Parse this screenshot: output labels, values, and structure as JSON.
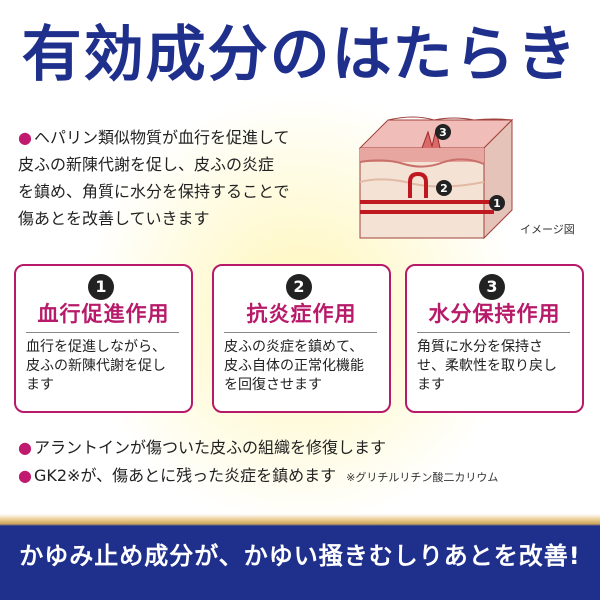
{
  "title": "有効成分のはたらき",
  "intro": {
    "lines": [
      "ヘパリン類似物質が血行を促進して",
      "皮ふの新陳代謝を促し、皮ふの炎症",
      "を鎮め、角質に水分を保持することで",
      "傷あとを改善していきます"
    ]
  },
  "diagram": {
    "caption": "イメージ図",
    "markers": [
      "3",
      "2",
      "1"
    ]
  },
  "cards": [
    {
      "num": "1",
      "heading": "血行促進作用",
      "body": [
        "血行を促進しながら、",
        "皮ふの新陳代謝を促し",
        "ます"
      ]
    },
    {
      "num": "2",
      "heading": "抗炎症作用",
      "body": [
        "皮ふの炎症を鎮めて、",
        "皮ふ自体の正常化機能",
        "を回復させます"
      ]
    },
    {
      "num": "3",
      "heading": "水分保持作用",
      "body": [
        "角質に水分を保持さ",
        "せ、柔軟性を取り戻し",
        "ます"
      ]
    }
  ],
  "notes": {
    "line1": "アラントインが傷ついた皮ふの組織を修復します",
    "line2": "GK2※が、傷あとに残った炎症を鎮めます",
    "line2_note": "※グリチルリチン酸二カリウム"
  },
  "footer": "かゆみ止め成分が、かゆい掻きむしりあとを改善!",
  "colors": {
    "navy": "#1f2f8c",
    "magenta": "#b81a6a"
  }
}
